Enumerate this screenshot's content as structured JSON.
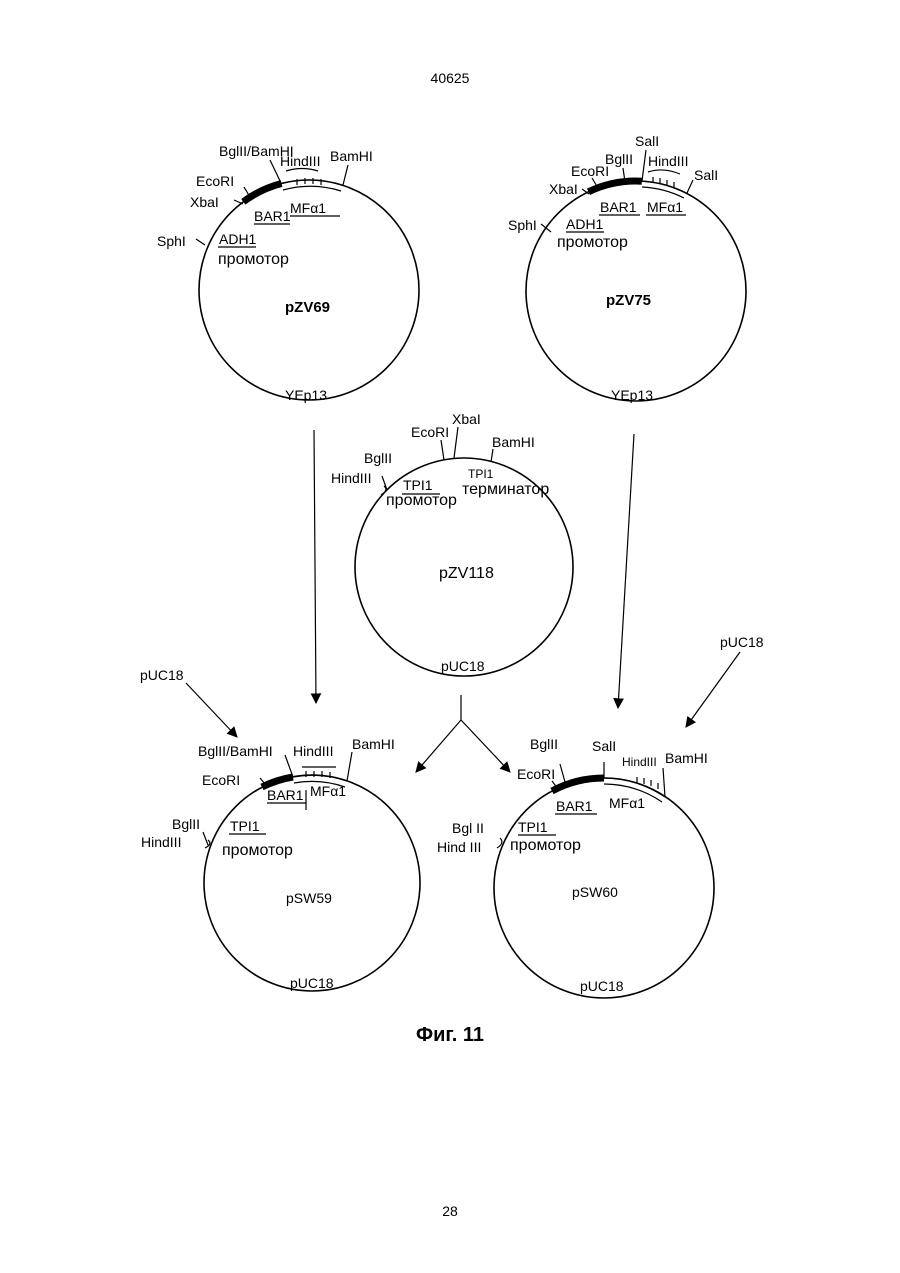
{
  "page": {
    "top_number": "40625",
    "bottom_number": "28",
    "caption": "Фиг. 11"
  },
  "plasmids": {
    "pzv69": {
      "name": "pZV69",
      "backbone": "YEp13",
      "sites": {
        "bgl_bam": "BglII/BamHI",
        "hind": "HindIII",
        "bamhi": "BamHI",
        "ecori": "EcoRI",
        "xbai": "XbaI",
        "sphi": "SphI"
      },
      "elements": {
        "bar": "BAR1",
        "mf": "MFα1",
        "promoter_gene": "ADH1",
        "promoter": "промотор"
      }
    },
    "pzv75": {
      "name": "pZV75",
      "backbone": "YEp13",
      "sites": {
        "sali_top": "SalI",
        "bglii": "BglII",
        "hind": "HindIII",
        "sali_right": "SalI",
        "ecori": "EcoRI",
        "xbai": "XbaI",
        "sphi": "SphI"
      },
      "elements": {
        "bar": "BAR1",
        "mf": "MFα1",
        "promoter_gene": "ADH1",
        "promoter": "промотор"
      }
    },
    "pzv118": {
      "name": "pZV118",
      "backbone": "pUC18",
      "sites": {
        "xbai": "XbaI",
        "ecori": "EcoRI",
        "bamhi": "BamHI",
        "bglii": "BglII",
        "hind": "HindIII"
      },
      "elements": {
        "tpi_promoter_gene": "TPI1",
        "promoter": "промотор",
        "tpi_terminator_gene": "TPI1",
        "terminator": "терминатор"
      }
    },
    "psw59": {
      "name": "pSW59",
      "backbone": "pUC18",
      "sites": {
        "bgl_bam": "BglII/BamHI",
        "hind": "HindIII",
        "bamhi": "BamHI",
        "ecori": "EcoRI",
        "bglii": "BglII",
        "hind_left": "HindIII"
      },
      "elements": {
        "bar": "BAR1",
        "mf": "MFα1",
        "promoter_gene": "TPI1",
        "promoter": "промотор"
      }
    },
    "psw60": {
      "name": "pSW60",
      "backbone": "pUC18",
      "sites": {
        "bglii": "BglII",
        "sali": "SalI",
        "hind": "HindIII",
        "bamhi": "BamHI",
        "ecori": "EcoRI",
        "bglii_left": "Bgl II",
        "hind_left": "Hind III"
      },
      "elements": {
        "bar": "BAR1",
        "mf": "MFα1",
        "promoter_gene": "TPI1",
        "promoter": "промотор"
      }
    }
  },
  "vectors": {
    "puc18_left": "pUC18",
    "puc18_right": "pUC18"
  }
}
